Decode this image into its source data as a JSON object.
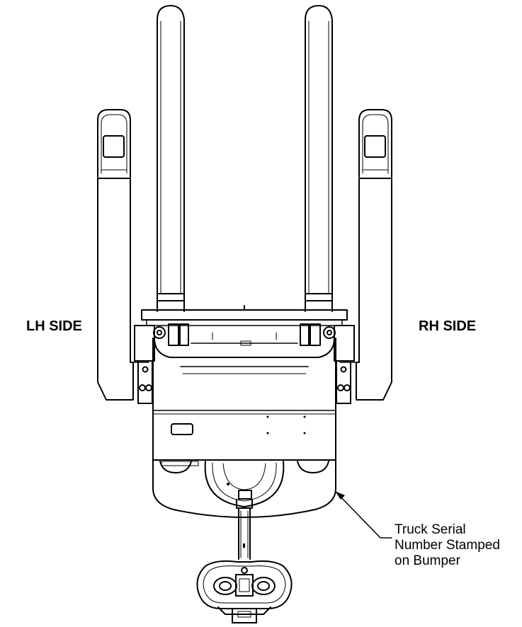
{
  "labels": {
    "left_side": "LH SIDE",
    "right_side": "RH SIDE"
  },
  "callout": {
    "lines": [
      "Truck Serial",
      "Number Stamped",
      "on Bumper"
    ]
  },
  "colors": {
    "line": "#000000",
    "background": "#ffffff"
  }
}
